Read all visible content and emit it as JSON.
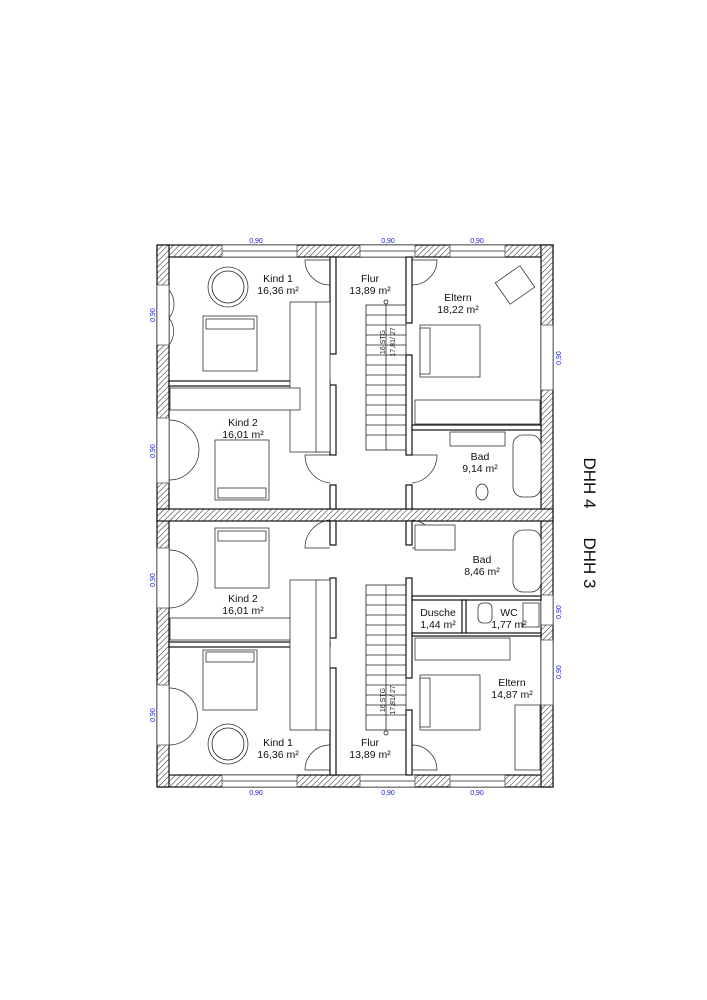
{
  "houses": {
    "top": "DHH 4",
    "bottom": "DHH 3"
  },
  "rooms_top": {
    "kind1": {
      "name": "Kind 1",
      "area": "16,36 m²"
    },
    "flur": {
      "name": "Flur",
      "area": "13,89 m²"
    },
    "eltern": {
      "name": "Eltern",
      "area": "18,22 m²"
    },
    "kind2": {
      "name": "Kind 2",
      "area": "16,01 m²"
    },
    "bad": {
      "name": "Bad",
      "area": "9,14 m²"
    }
  },
  "rooms_bottom": {
    "bad": {
      "name": "Bad",
      "area": "8,46 m²"
    },
    "kind2": {
      "name": "Kind 2",
      "area": "16,01 m²"
    },
    "dusche": {
      "name": "Dusche",
      "area": "1,44 m²"
    },
    "wc": {
      "name": "WC",
      "area": "1,77 m²"
    },
    "eltern": {
      "name": "Eltern",
      "area": "14,87 m²"
    },
    "kind1": {
      "name": "Kind 1",
      "area": "16,36 m²"
    },
    "flur": {
      "name": "Flur",
      "area": "13,89 m²"
    }
  },
  "stairs": {
    "steps": "16 STG",
    "ratio": "17,81/ 27"
  },
  "window_dims": {
    "value": "0,90"
  }
}
